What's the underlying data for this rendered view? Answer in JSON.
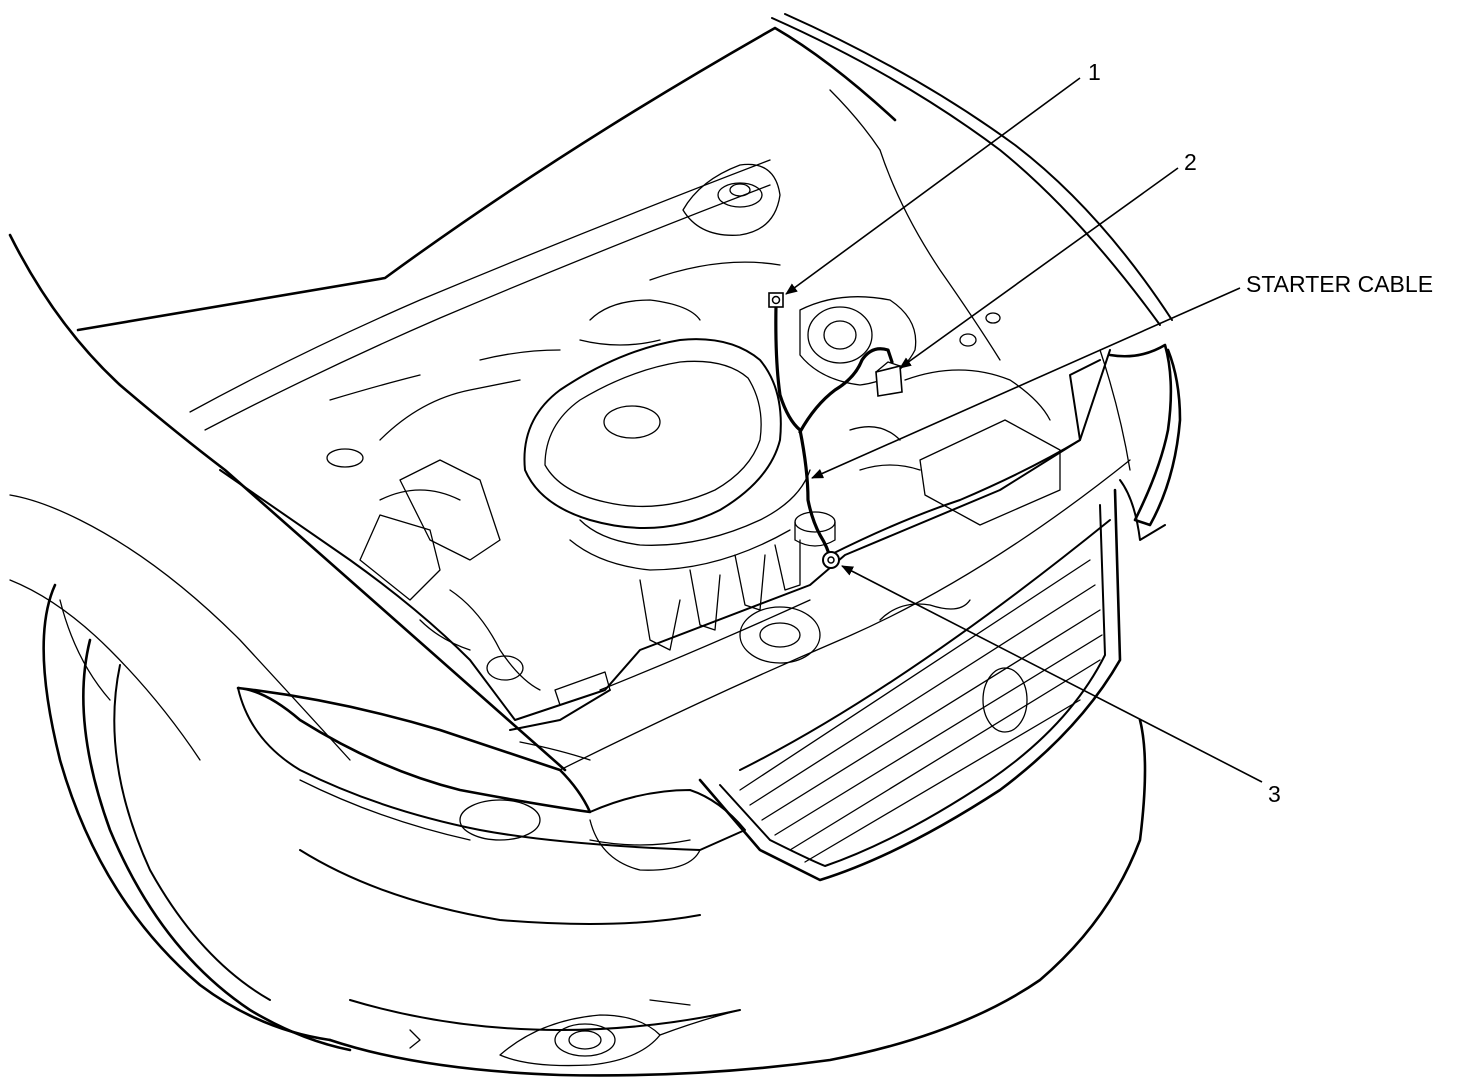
{
  "callouts": [
    {
      "id": "1",
      "label": "1"
    },
    {
      "id": "2",
      "label": "2"
    },
    {
      "id": "starter-cable",
      "label": "STARTER CABLE"
    },
    {
      "id": "3",
      "label": "3"
    }
  ]
}
